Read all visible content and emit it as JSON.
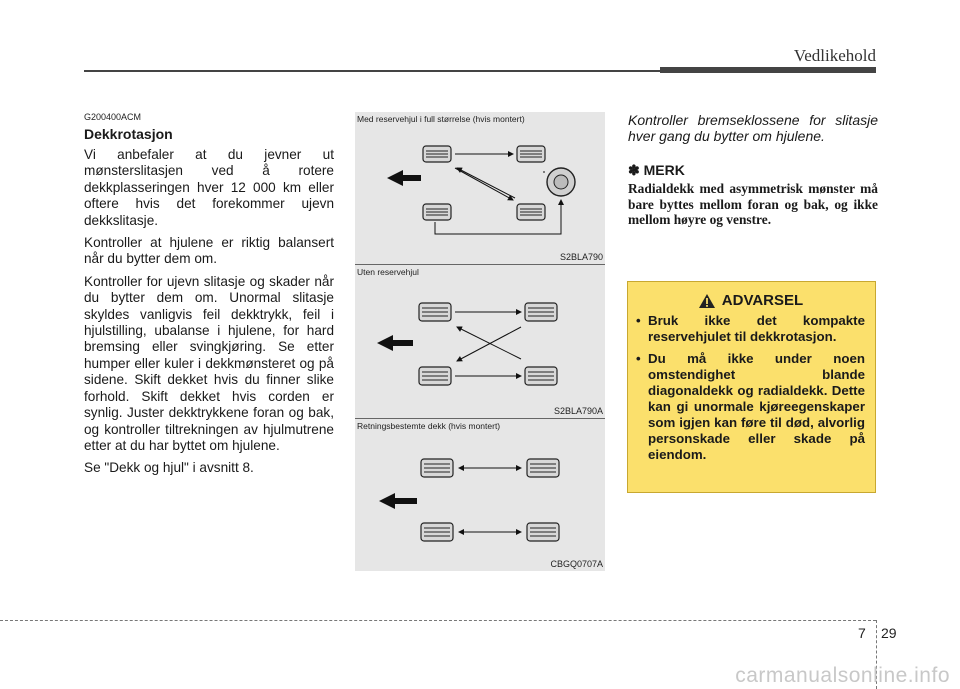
{
  "header": {
    "section_title": "Vedlikehold"
  },
  "left": {
    "code": "G200400ACM",
    "heading": "Dekkrotasjon",
    "paragraphs": [
      "Vi anbefaler at du jevner ut mønsterslitasjen ved å rotere dekkplasseringen hver 12 000 km eller oftere hvis det forekommer ujevn dekkslitasje.",
      "Kontroller at hjulene er riktig balansert når du bytter dem om.",
      "Kontroller for ujevn slitasje og skader når du bytter dem om. Unormal slitasje skyldes vanligvis feil dekktrykk, feil i hjulstilling, ubalanse i hjulene, for hard bremsing eller svingkjøring. Se etter humper eller kuler i dekkmønsteret og på sidene. Skift dekket hvis du finner slike forhold. Skift dekket hvis corden er synlig. Juster dekktrykkene foran og bak, og kontroller tiltrekningen av hjulmutrene etter at du har byttet om hjulene.",
      "Se \"Dekk og hjul\" i avsnitt 8."
    ]
  },
  "figures": [
    {
      "caption": "Med reservehjul i full størrelse (hvis montert)",
      "code": "S2BLA790"
    },
    {
      "caption": "Uten reservehjul",
      "code": "S2BLA790A"
    },
    {
      "caption": "Retningsbestemte dekk (hvis montert)",
      "code": "CBGQ0707A"
    }
  ],
  "right": {
    "italic_text": "Kontroller bremseklossene for slitasje hver gang du bytter om hjulene.",
    "merk_symbol": "✽",
    "merk_title": "MERK",
    "merk_body": "Radialdekk med asymmetrisk mønster må bare byttes mellom foran og bak, og ikke mellom høyre og venstre."
  },
  "warning": {
    "title": "ADVARSEL",
    "bullet": "•",
    "items": [
      "Bruk ikke det kompakte reservehjulet til dekkrotasjon.",
      "Du må ikke under noen omstendighet blande diagonaldekk og radialdekk. Dette kan gi unormale kjøreegenskaper som igjen kan føre til død, alvorlig personskade eller skade på eiendom."
    ]
  },
  "footer": {
    "chapter": "7",
    "page": "29",
    "watermark": "carmanualsonline.info"
  },
  "colors": {
    "warning_bg": "#fbe06c",
    "figure_bg": "#e6e6e6",
    "rule": "#444444"
  }
}
